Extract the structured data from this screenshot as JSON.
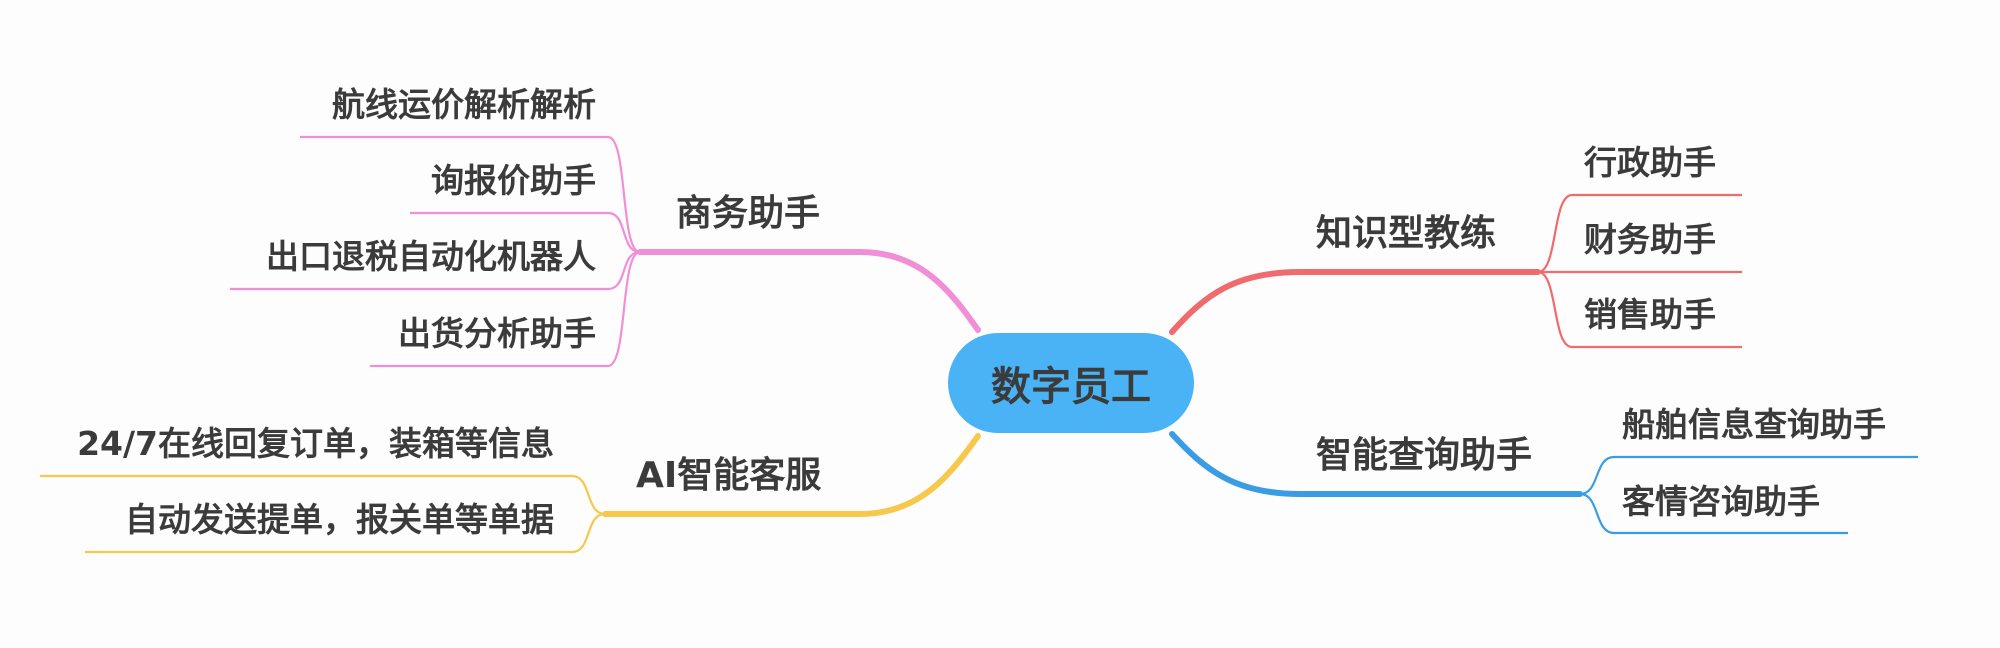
{
  "center": {
    "label": "数字员工",
    "color": "#4ab3f5"
  },
  "branches": [
    {
      "key": "biz",
      "label": "商务助手",
      "color": "#f08fd6",
      "children": [
        "航线运价解析解析",
        "询报价助手",
        "出口退税自动化机器人",
        "出货分析助手"
      ]
    },
    {
      "key": "ai",
      "label": "AI智能客服",
      "color": "#f6c94c",
      "children": [
        "24/7在线回复订单，装箱等信息",
        "自动发送提单，报关单等单据"
      ]
    },
    {
      "key": "know",
      "label": "知识型教练",
      "color": "#ef6b6e",
      "children": [
        "行政助手",
        "财务助手",
        "销售助手"
      ]
    },
    {
      "key": "query",
      "label": "智能查询助手",
      "color": "#3a9de3",
      "children": [
        "船舶信息查询助手",
        "客情咨询助手"
      ]
    }
  ]
}
